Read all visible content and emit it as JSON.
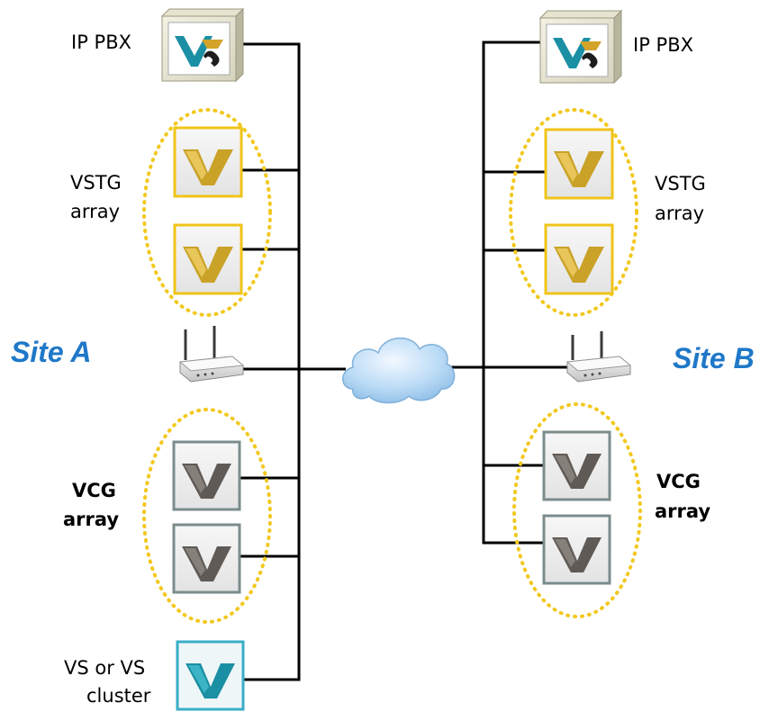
{
  "sites": {
    "a": {
      "label": "Site A"
    },
    "b": {
      "label": "Site B"
    }
  },
  "labels": {
    "ip_pbx_a": "IP PBX",
    "ip_pbx_b": "IP PBX",
    "vstg_a_line1": "VSTG",
    "vstg_a_line2": "array",
    "vstg_b_line1": "VSTG",
    "vstg_b_line2": "array",
    "vcg_a_line1": "VCG",
    "vcg_a_line2": "array",
    "vcg_b_line1": "VCG",
    "vcg_b_line2": "array",
    "vs_line1": "VS or VS",
    "vs_line2": "cluster"
  },
  "colors": {
    "site_label": "#1f78c8",
    "array_outline": "#f2c81e",
    "vstg_frame": "#f0c419",
    "vstg_logo": "#c9a227",
    "vcg_frame": "#7b8c8c",
    "vcg_logo": "#5f5a55",
    "vs_frame": "#3aaec6",
    "vs_logo": "#1b8fa3",
    "connection_line": "#000000",
    "cloud": "#a8d0f0"
  },
  "icons": {
    "pbx": "ip-pbx-server-icon",
    "vstg": "vstg-appliance-icon",
    "vcg": "vcg-appliance-icon",
    "vs": "vs-appliance-icon",
    "router": "wireless-router-icon",
    "cloud": "network-cloud-icon"
  }
}
